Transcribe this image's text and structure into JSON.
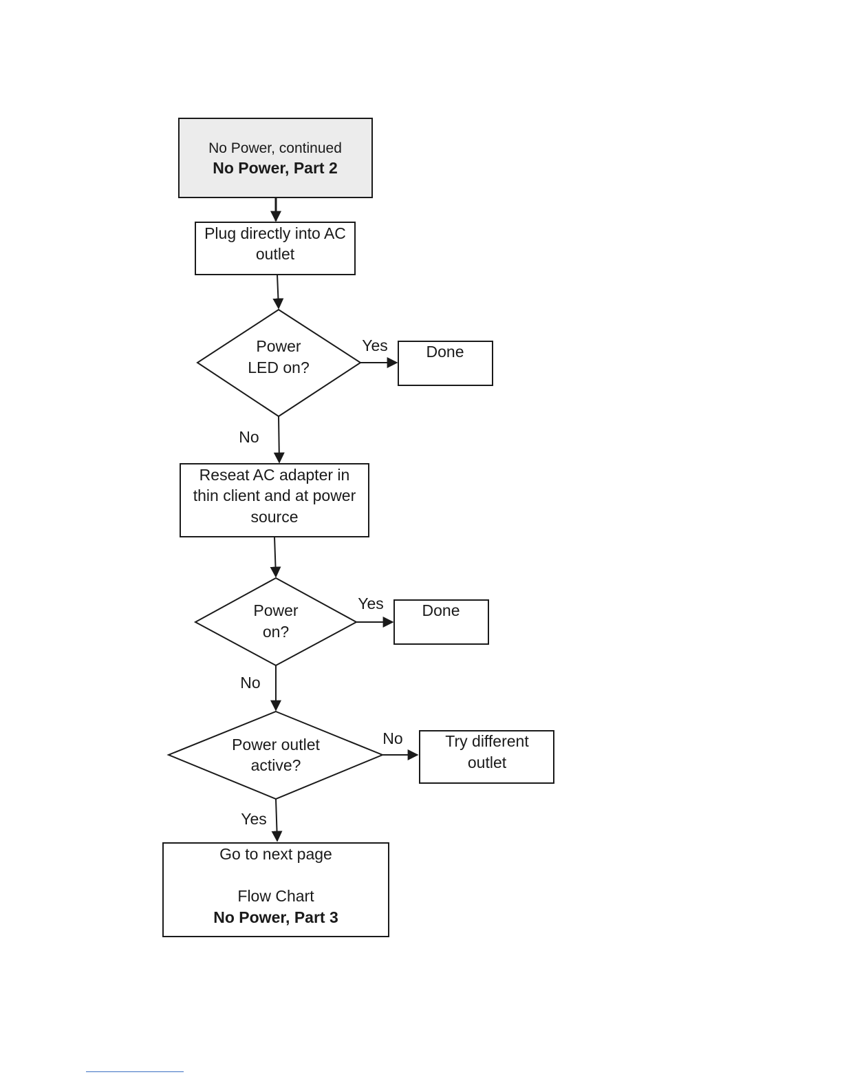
{
  "nodes": {
    "header": {
      "line1": "No Power, continued",
      "line2": "No Power, Part 2"
    },
    "plug": {
      "line1": "Plug directly into AC",
      "line2": "outlet"
    },
    "led_decision": {
      "line1": "Power",
      "line2": "LED on?"
    },
    "done1": {
      "label": "Done"
    },
    "reseat": {
      "line1": "Reseat AC adapter in",
      "line2": "thin client and at power",
      "line3": "source"
    },
    "power_decision": {
      "line1": "Power",
      "line2": "on?"
    },
    "done2": {
      "label": "Done"
    },
    "outlet_decision": {
      "line1": "Power outlet",
      "line2": "active?"
    },
    "try_outlet": {
      "line1": "Try different",
      "line2": "outlet"
    },
    "next_page": {
      "line1": "Go to next page",
      "line2": "Flow Chart",
      "line3": "No Power, Part 3"
    }
  },
  "edge_labels": {
    "led_yes": "Yes",
    "led_no": "No",
    "power_yes": "Yes",
    "power_no": "No",
    "outlet_no": "No",
    "outlet_yes": "Yes"
  }
}
